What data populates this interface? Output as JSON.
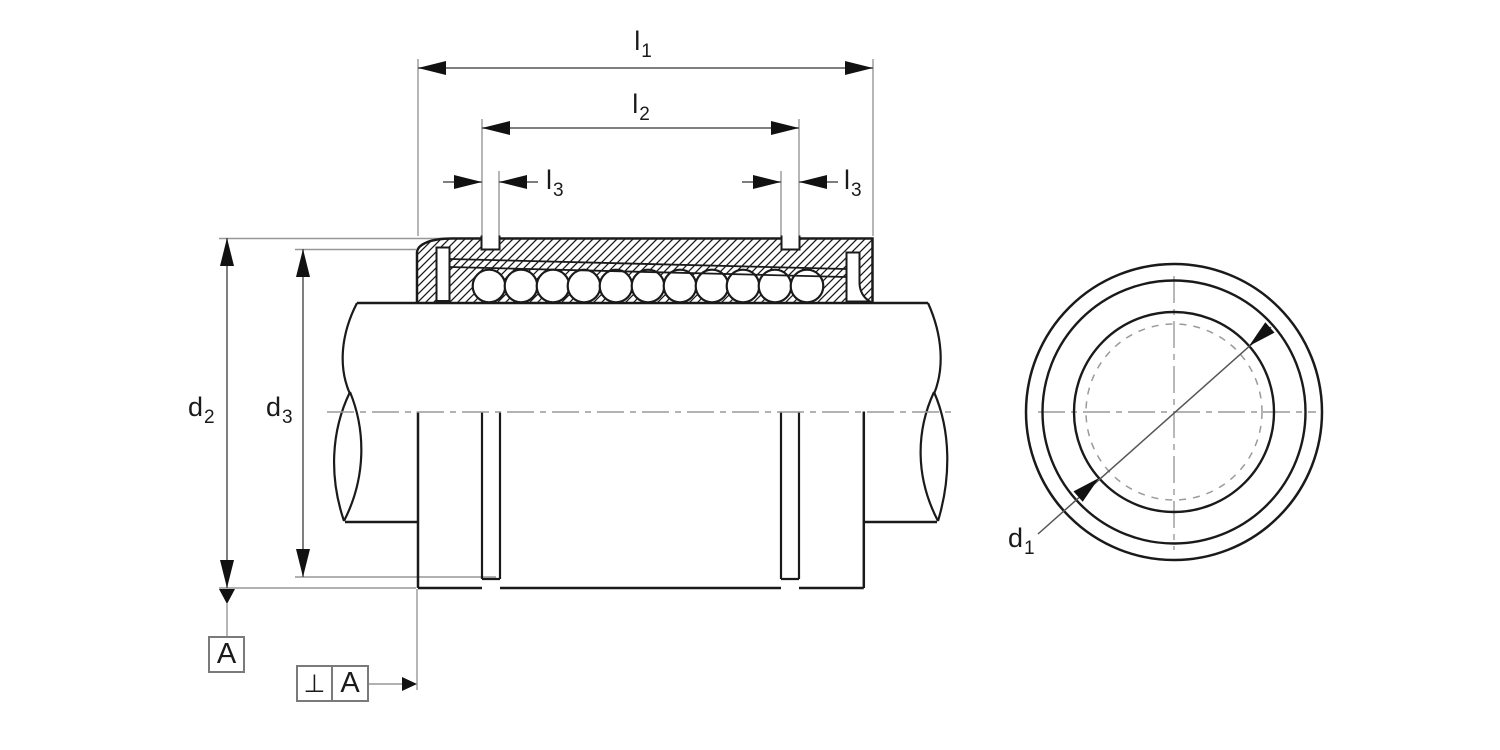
{
  "drawing": {
    "labels": {
      "l1": {
        "base": "l",
        "sub": "1"
      },
      "l2": {
        "base": "l",
        "sub": "2"
      },
      "l3_left": {
        "base": "l",
        "sub": "3"
      },
      "l3_right": {
        "base": "l",
        "sub": "3"
      },
      "d1": {
        "base": "d",
        "sub": "1"
      },
      "d2": {
        "base": "d",
        "sub": "2"
      },
      "d3": {
        "base": "d",
        "sub": "3"
      }
    },
    "datum_feature": {
      "label": "A"
    },
    "feature_control_frame": {
      "symbol": "⊥",
      "symbol_name": "perpendicularity",
      "datum": "A"
    },
    "section_view": {
      "ball_count": 11,
      "circlip_groove_count": 2
    },
    "colors": {
      "background": "#ffffff",
      "outline": "#1a1a1a",
      "dimension_line": "#555555",
      "extension_line": "#979797",
      "centerline": "#9a9a9a",
      "arrow": "#111111",
      "frame_border": "#7a7a7a"
    }
  }
}
